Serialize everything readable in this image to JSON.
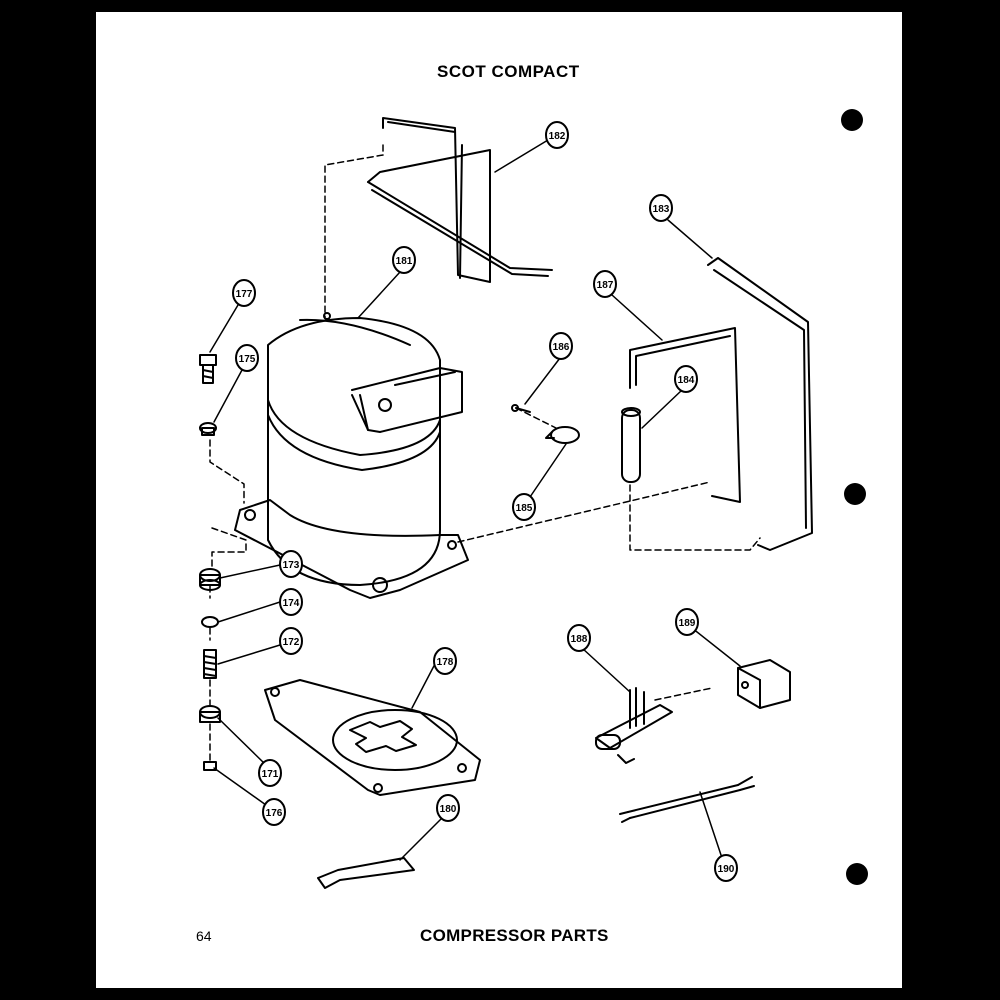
{
  "header": {
    "title": "SCOT COMPACT"
  },
  "footer": {
    "page_number": "64",
    "caption": "COMPRESSOR PARTS"
  },
  "callouts": [
    "182",
    "183",
    "181",
    "177",
    "187",
    "175",
    "186",
    "184",
    "185",
    "173",
    "174",
    "172",
    "178",
    "188",
    "189",
    "171",
    "176",
    "180",
    "190"
  ],
  "colors": {
    "ink": "#000000",
    "paper": "#ffffff"
  }
}
